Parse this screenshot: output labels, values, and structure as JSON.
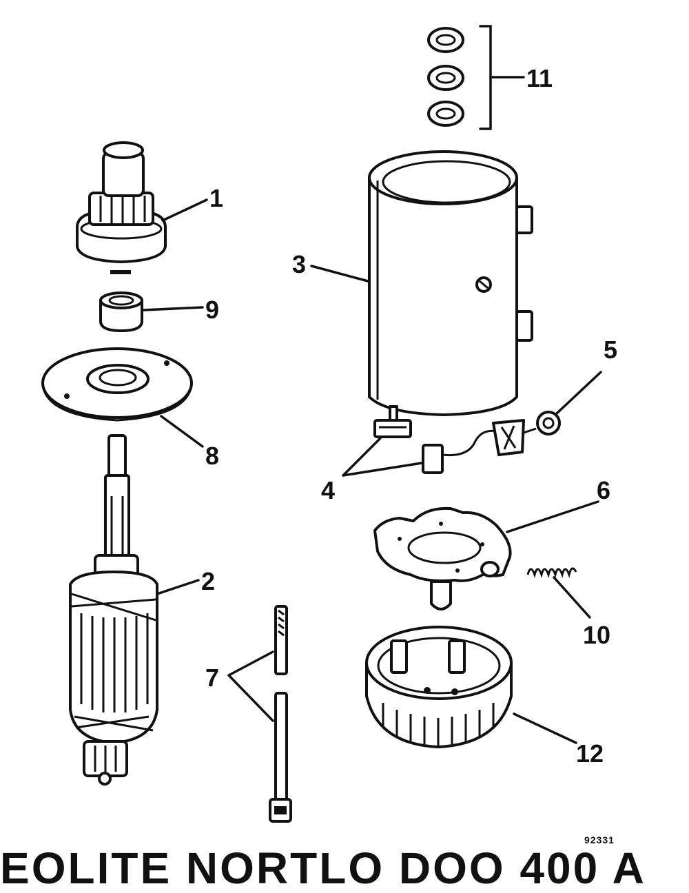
{
  "diagram": {
    "callouts": [
      {
        "id": "1",
        "part": "drive-pinion"
      },
      {
        "id": "2",
        "part": "armature"
      },
      {
        "id": "3",
        "part": "frame-field-assembly"
      },
      {
        "id": "4",
        "part": "brushes"
      },
      {
        "id": "5",
        "part": "nut"
      },
      {
        "id": "6",
        "part": "brush-plate"
      },
      {
        "id": "7",
        "part": "through-bolts"
      },
      {
        "id": "8",
        "part": "end-plate"
      },
      {
        "id": "9",
        "part": "bushing"
      },
      {
        "id": "10",
        "part": "brush-spring"
      },
      {
        "id": "11",
        "part": "washers"
      },
      {
        "id": "12",
        "part": "end-cap"
      }
    ],
    "figure_number": "92331",
    "footer_text": "EOLITE NORTLO DOO 400 A"
  }
}
